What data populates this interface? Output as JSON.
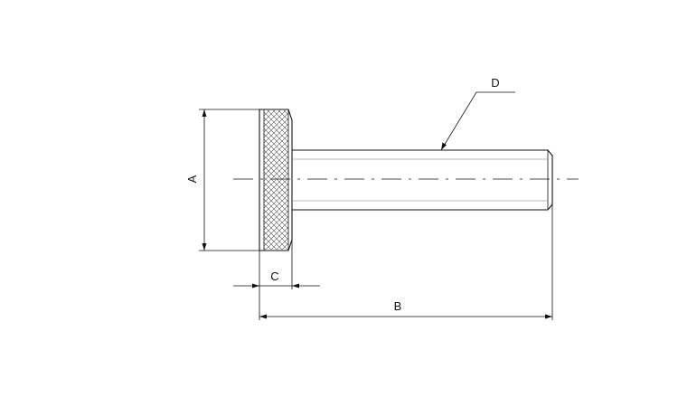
{
  "drawing": {
    "colors": {
      "line": "#111111",
      "thread": "#777777",
      "knurl": "#555555",
      "background": "#ffffff"
    },
    "labels": {
      "a": "A",
      "b": "B",
      "c": "C",
      "d": "D"
    }
  }
}
